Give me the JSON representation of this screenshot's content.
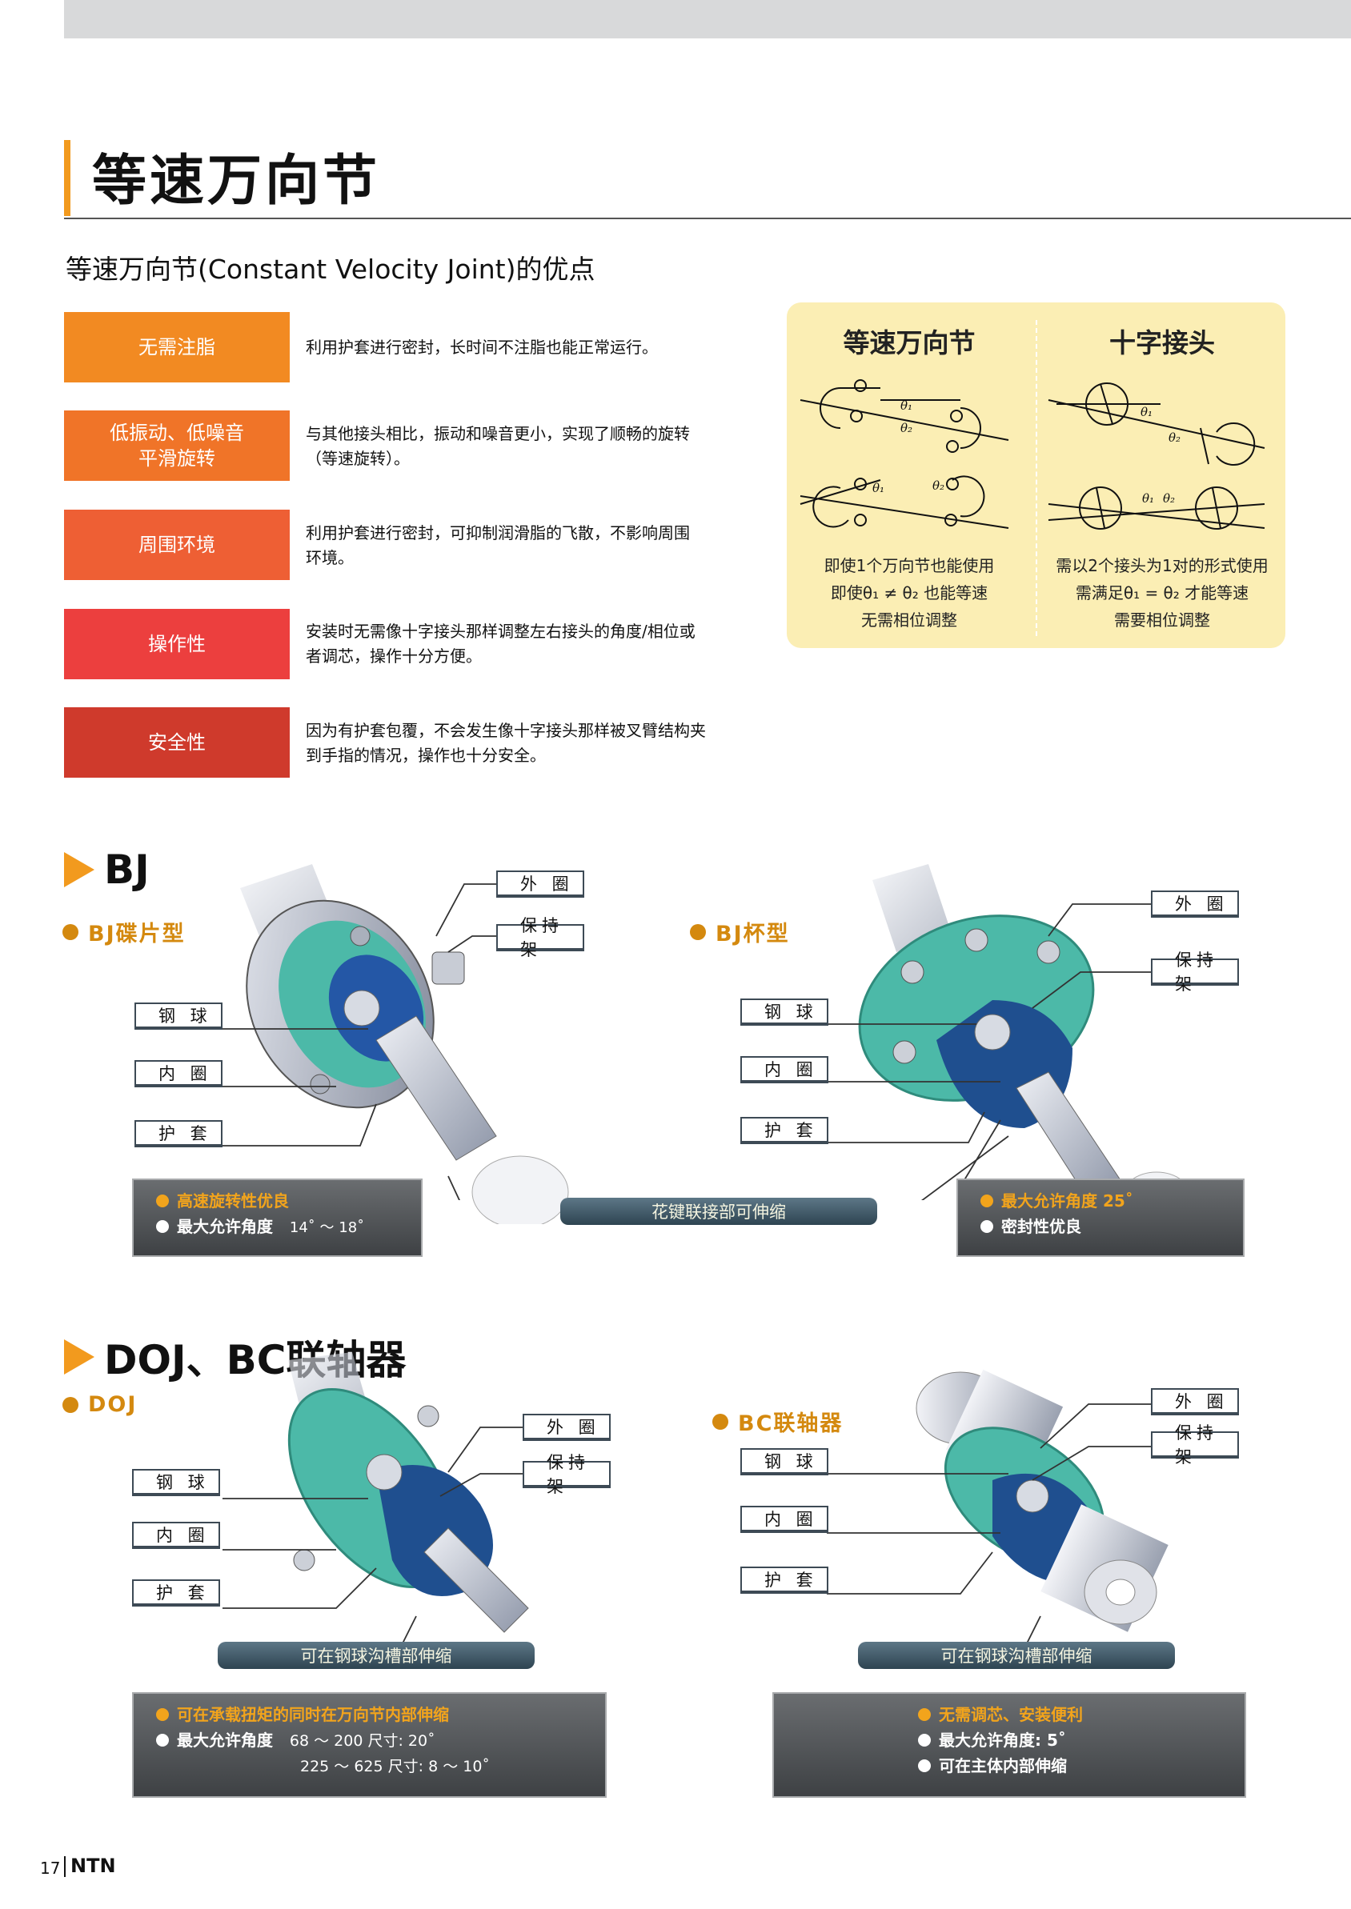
{
  "header": {
    "title": "等速万向节",
    "subtitle": "等速万向节(Constant Velocity Joint)的优点"
  },
  "advantages": [
    {
      "label": "无需注脂",
      "text": "利用护套进行密封，长时间不注脂也能正常运行。",
      "color": "#f28a22"
    },
    {
      "label_line1": "低振动、低噪音",
      "label_line2": "平滑旋转",
      "text_line1": "与其他接头相比，振动和噪音更小，实现了顺畅的旋转",
      "text_line2": "（等速旋转）。",
      "color": "#f07428"
    },
    {
      "label": "周围环境",
      "text_line1": "利用护套进行密封，可抑制润滑脂的飞散，不影响周围",
      "text_line2": "环境。",
      "color": "#ee5f34"
    },
    {
      "label": "操作性",
      "text_line1": "安装时无需像十字接头那样调整左右接头的角度/相位或",
      "text_line2": "者调芯，操作十分方便。",
      "color": "#ec3f3e"
    },
    {
      "label": "安全性",
      "text_line1": "因为有护套包覆，不会发生像十字接头那样被叉臂结构夹",
      "text_line2": "到手指的情况，操作也十分安全。",
      "color": "#cf3a2c"
    }
  ],
  "comparison": {
    "left": {
      "title": "等速万向节",
      "line1": "即使1个万向节也能使用",
      "line2": "即使θ₁ ≠ θ₂ 也能等速",
      "line3": "无需相位调整"
    },
    "right": {
      "title": "十字接头",
      "line1": "需以2个接头为1对的形式使用",
      "line2": "需满足θ₁ = θ₂ 才能等速",
      "line3": "需要相位调整"
    },
    "theta1": "θ₁",
    "theta2": "θ₂"
  },
  "bj": {
    "heading": "BJ",
    "disc_type": "BJ碟片型",
    "cup_type": "BJ杯型",
    "labels": {
      "outer_ring": "外 圈",
      "cage": "保持架",
      "ball": "钢 球",
      "inner_ring": "内 圈",
      "boot": "护 套"
    },
    "spline": "花键联接部可伸缩",
    "disc_features": {
      "f1": "高速旋转性优良",
      "f2_label": "最大允许角度",
      "f2_value": "14˚ ～ 18˚"
    },
    "cup_features": {
      "f1": "最大允许角度 25˚",
      "f2": "密封性优良"
    }
  },
  "doj": {
    "heading": "DOJ、BC联轴器",
    "doj_type": "DOJ",
    "bc_type": "BC联轴器",
    "groove": "可在钢球沟槽部伸缩",
    "doj_features": {
      "f1": "可在承载扭矩的同时在万向节内部伸缩",
      "f2_label": "最大允许角度",
      "f2_value1": "68 ～ 200 尺寸: 20˚",
      "f2_value2": "225 ～ 625 尺寸: 8 ～ 10˚"
    },
    "bc_features": {
      "f1": "无需调芯、安装便利",
      "f2": "最大允许角度: 5˚",
      "f3": "可在主体内部伸缩"
    }
  },
  "footer": {
    "page": "17",
    "logo": "NTN"
  },
  "colors": {
    "accent": "#f29a1e",
    "orange_text": "#d4890f",
    "steel_blue": "#3a5868",
    "boot_blue": "#1f4f8f",
    "teal": "#3fb6a4"
  }
}
